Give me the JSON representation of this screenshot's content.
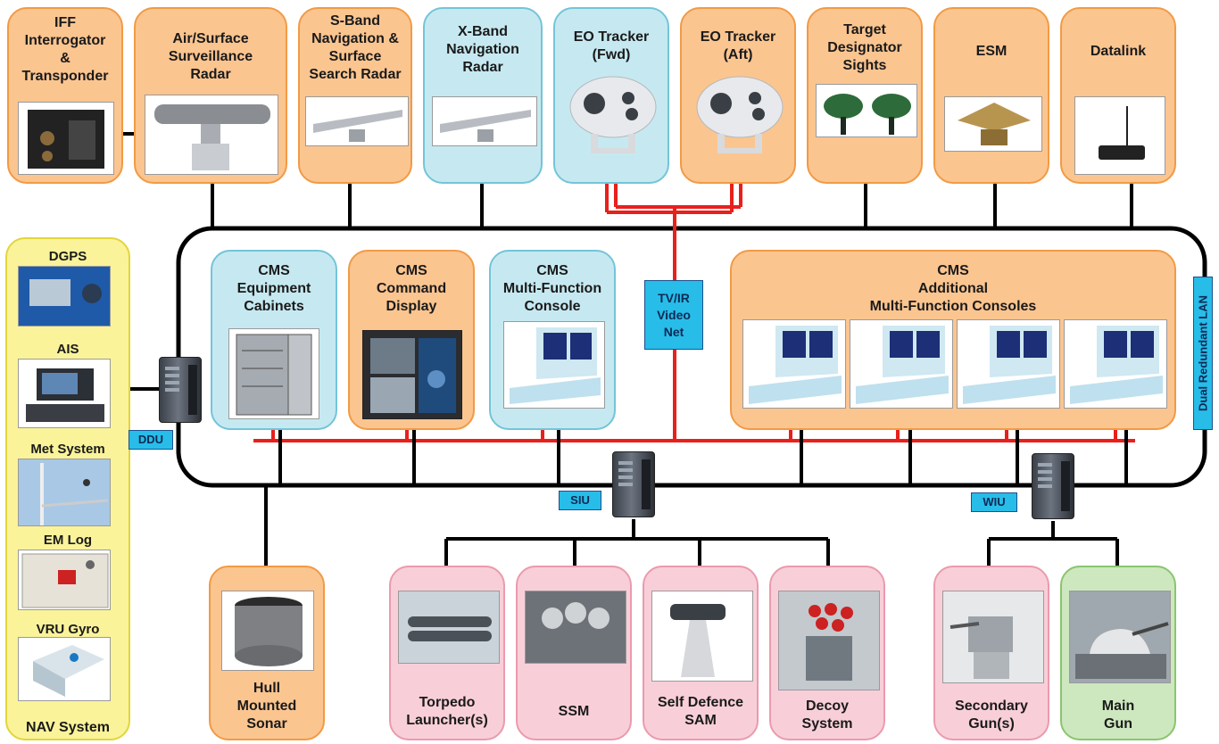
{
  "colors": {
    "orange": "#fbc590",
    "cyan": "#c6e9f1",
    "pink": "#f8cfd8",
    "green": "#cde8bf",
    "yellow": "#faf39a",
    "lan_black": "#000000",
    "video_red": "#e8201c",
    "tag_blue": "#27bde8"
  },
  "sensors": {
    "iff": "IFF\nInterrogator\n&\nTransponder",
    "air_surface_radar": "Air/Surface\nSurveillance\nRadar",
    "s_band_radar": "S-Band\nNavigation &\nSurface\nSearch Radar",
    "x_band_radar": "X-Band\nNavigation\nRadar",
    "eo_fwd": "EO Tracker\n(Fwd)",
    "eo_aft": "EO Tracker\n(Aft)",
    "target_designator": "Target\nDesignator\nSights",
    "esm": "ESM",
    "datalink": "Datalink"
  },
  "cms": {
    "equipment_cabinets": "CMS\nEquipment\nCabinets",
    "command_display": "CMS\nCommand\nDisplay",
    "mfc": "CMS\nMulti-Function\nConsole",
    "additional": "CMS\nAdditional\nMulti-Function Consoles"
  },
  "nav": {
    "dgps": "DGPS",
    "ais": "AIS",
    "met": "Met System",
    "em_log": "EM Log",
    "vru": "VRU Gyro",
    "title": "NAV System"
  },
  "tags": {
    "ddu": "DDU",
    "siu": "SIU",
    "wiu": "WIU",
    "tvir": "TV/IR\nVideo\nNet",
    "lan": "Dual Redundant LAN"
  },
  "weapons": {
    "sonar": "Hull\nMounted\nSonar",
    "torpedo": "Torpedo\nLauncher(s)",
    "ssm": "SSM",
    "sam": "Self Defence\nSAM",
    "decoy": "Decoy\nSystem",
    "secondary_gun": "Secondary\nGun(s)",
    "main_gun": "Main\nGun"
  }
}
